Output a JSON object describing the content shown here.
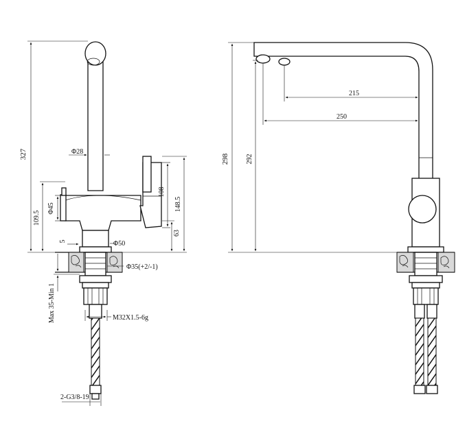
{
  "side_view": {
    "dim_total_height": "327",
    "dim_spout_diameter": "Φ28",
    "dim_body_height": "109.5",
    "dim_body_diameter": "Φ45",
    "dim_handle_length": "108",
    "dim_handle_height": "148.5",
    "dim_handle_offset": "63",
    "dim_base_step": "5",
    "dim_base_diameter": "Φ50",
    "dim_hole_diameter": "Φ35(+2/-1)",
    "dim_deck_thickness": "Max 35-Min 1",
    "dim_thread": "M32X1.5-6g",
    "dim_hose_connector": "2-G3/8-19"
  },
  "front_view": {
    "dim_total_height": "298",
    "dim_spout_clearance": "292",
    "dim_reach_inner": "215",
    "dim_reach_outer": "250"
  }
}
